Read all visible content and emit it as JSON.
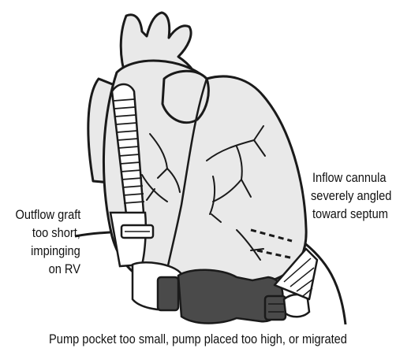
{
  "labels": {
    "inflow": [
      "Inflow cannula",
      "severely angled",
      "toward septum"
    ],
    "outflow": [
      "Outflow graft",
      "too short,",
      "impinging",
      "on RV"
    ],
    "pump": "Pump pocket too small, pump placed too high, or migrated"
  },
  "colors": {
    "outline": "#1a1a1a",
    "heart_fill": "#e9e9e9",
    "pump_dark": "#4a4a4a",
    "graft_fill": "#ffffff"
  }
}
